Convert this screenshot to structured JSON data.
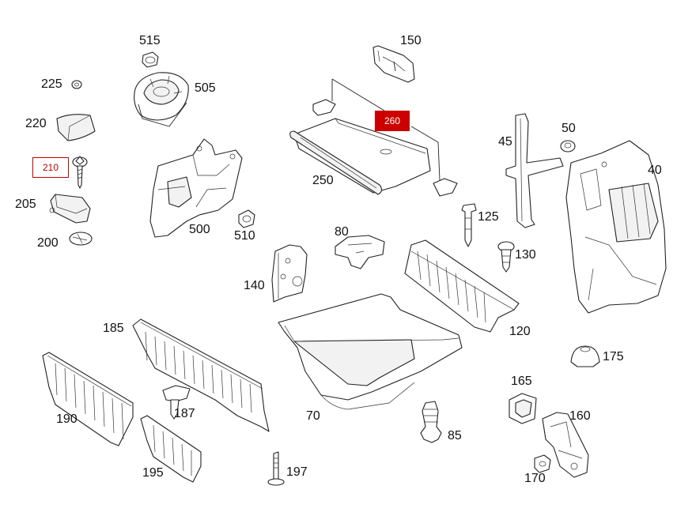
{
  "parts": [
    {
      "id": "515",
      "label": "515"
    },
    {
      "id": "505",
      "label": "505"
    },
    {
      "id": "225",
      "label": "225"
    },
    {
      "id": "220",
      "label": "220"
    },
    {
      "id": "210",
      "label": "210",
      "highlight": "outline"
    },
    {
      "id": "205",
      "label": "205"
    },
    {
      "id": "200",
      "label": "200"
    },
    {
      "id": "500",
      "label": "500"
    },
    {
      "id": "510",
      "label": "510"
    },
    {
      "id": "150",
      "label": "150"
    },
    {
      "id": "260",
      "label": "260",
      "highlight": "filled"
    },
    {
      "id": "250",
      "label": "250"
    },
    {
      "id": "45",
      "label": "45"
    },
    {
      "id": "50",
      "label": "50"
    },
    {
      "id": "40",
      "label": "40"
    },
    {
      "id": "125",
      "label": "125"
    },
    {
      "id": "80",
      "label": "80"
    },
    {
      "id": "130",
      "label": "130"
    },
    {
      "id": "140",
      "label": "140"
    },
    {
      "id": "120",
      "label": "120"
    },
    {
      "id": "185",
      "label": "185"
    },
    {
      "id": "175",
      "label": "175"
    },
    {
      "id": "165",
      "label": "165"
    },
    {
      "id": "160",
      "label": "160"
    },
    {
      "id": "190",
      "label": "190"
    },
    {
      "id": "187",
      "label": "187"
    },
    {
      "id": "70",
      "label": "70"
    },
    {
      "id": "85",
      "label": "85"
    },
    {
      "id": "195",
      "label": "195"
    },
    {
      "id": "197",
      "label": "197"
    },
    {
      "id": "170",
      "label": "170"
    }
  ],
  "colors": {
    "highlight_red": "#cc0000",
    "outline_red": "#c00000",
    "line": "#222222",
    "background": "#ffffff"
  }
}
